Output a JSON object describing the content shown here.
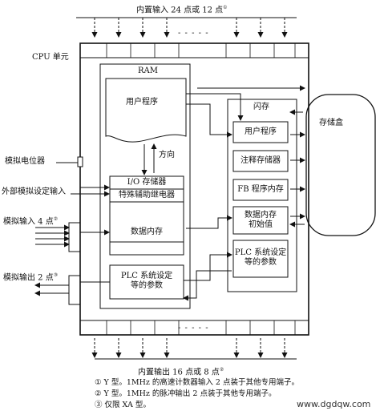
{
  "top_label": "内置输入 24 点或 12 点",
  "top_label_note": "①",
  "cpu_label": "CPU 单元",
  "dashes_top": "- - - - -",
  "dashes_bottom": "- - - - -",
  "ram_label": "RAM",
  "user_program": "用户程序",
  "flash_label": "闪存",
  "storage_box": "存储盒",
  "direction": "方向",
  "io_memory": "I/O 存储器",
  "special_relay": "特殊辅助继电器",
  "data_memory": "数据内存",
  "plc_settings_left": [
    "PLC 系统设定",
    "等的参数"
  ],
  "flash_user_program": "用户程序",
  "annotation_memory": "注释存储器",
  "fb_program_memory": "FB 程序内存",
  "data_memory_init": [
    "数据内存",
    "初始值"
  ],
  "plc_settings_right": [
    "PLC 系统设定",
    "等的参数"
  ],
  "analog_pot": "模拟电位器",
  "ext_analog_input": "外部模拟设定输入",
  "analog_input": "模拟输入 4 点",
  "analog_input_note": "②",
  "analog_output": "模拟输出 2 点",
  "analog_output_note": "③",
  "bottom_label": "内置输出 16 点或 8 点",
  "bottom_label_note": "②",
  "footnotes": [
    "① Y 型。1MHz 的高速计数器输入 2 点装于其他专用端子。",
    "② Y 型。1MHz 的脉冲输出 2 点装于其他专用端子。",
    "③ 仅限 XA 型。"
  ],
  "watermark": "www.dgdqw.com"
}
